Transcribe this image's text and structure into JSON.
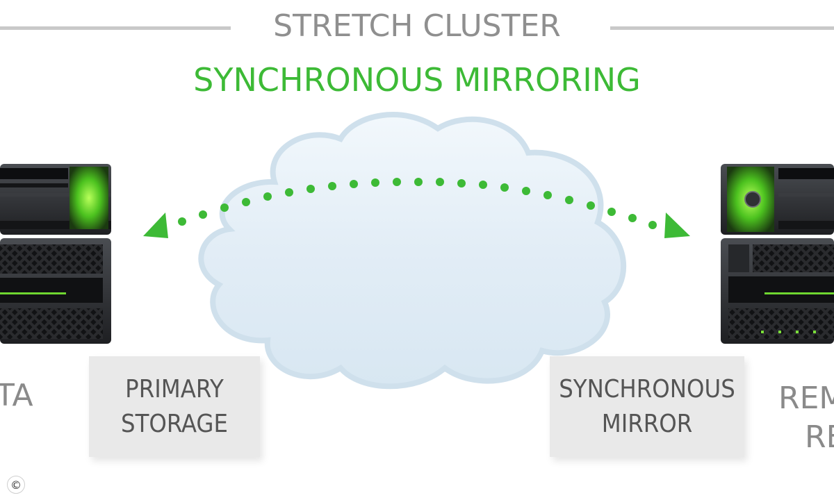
{
  "title": "STRETCH CLUSTER",
  "subtitle": "SYNCHRONOUS MIRRORING",
  "left_box": {
    "line1": "PRIMARY",
    "line2": "STORAGE"
  },
  "right_box": {
    "line1": "SYNCHRONOUS",
    "line2": "MIRROR"
  },
  "left_side_text": "TA",
  "right_side_text": {
    "line1": "REM",
    "line2": "RE"
  },
  "copyright_symbol": "©",
  "colors": {
    "accent_green": "#3dba36",
    "title_gray": "#8f8f8f",
    "cloud_fill": "#e3eef7",
    "cloud_edge": "#c7dcea"
  },
  "icons": [
    "server-left-icon",
    "server-right-icon",
    "cloud-icon",
    "arrow-left-icon",
    "arrow-right-icon"
  ]
}
